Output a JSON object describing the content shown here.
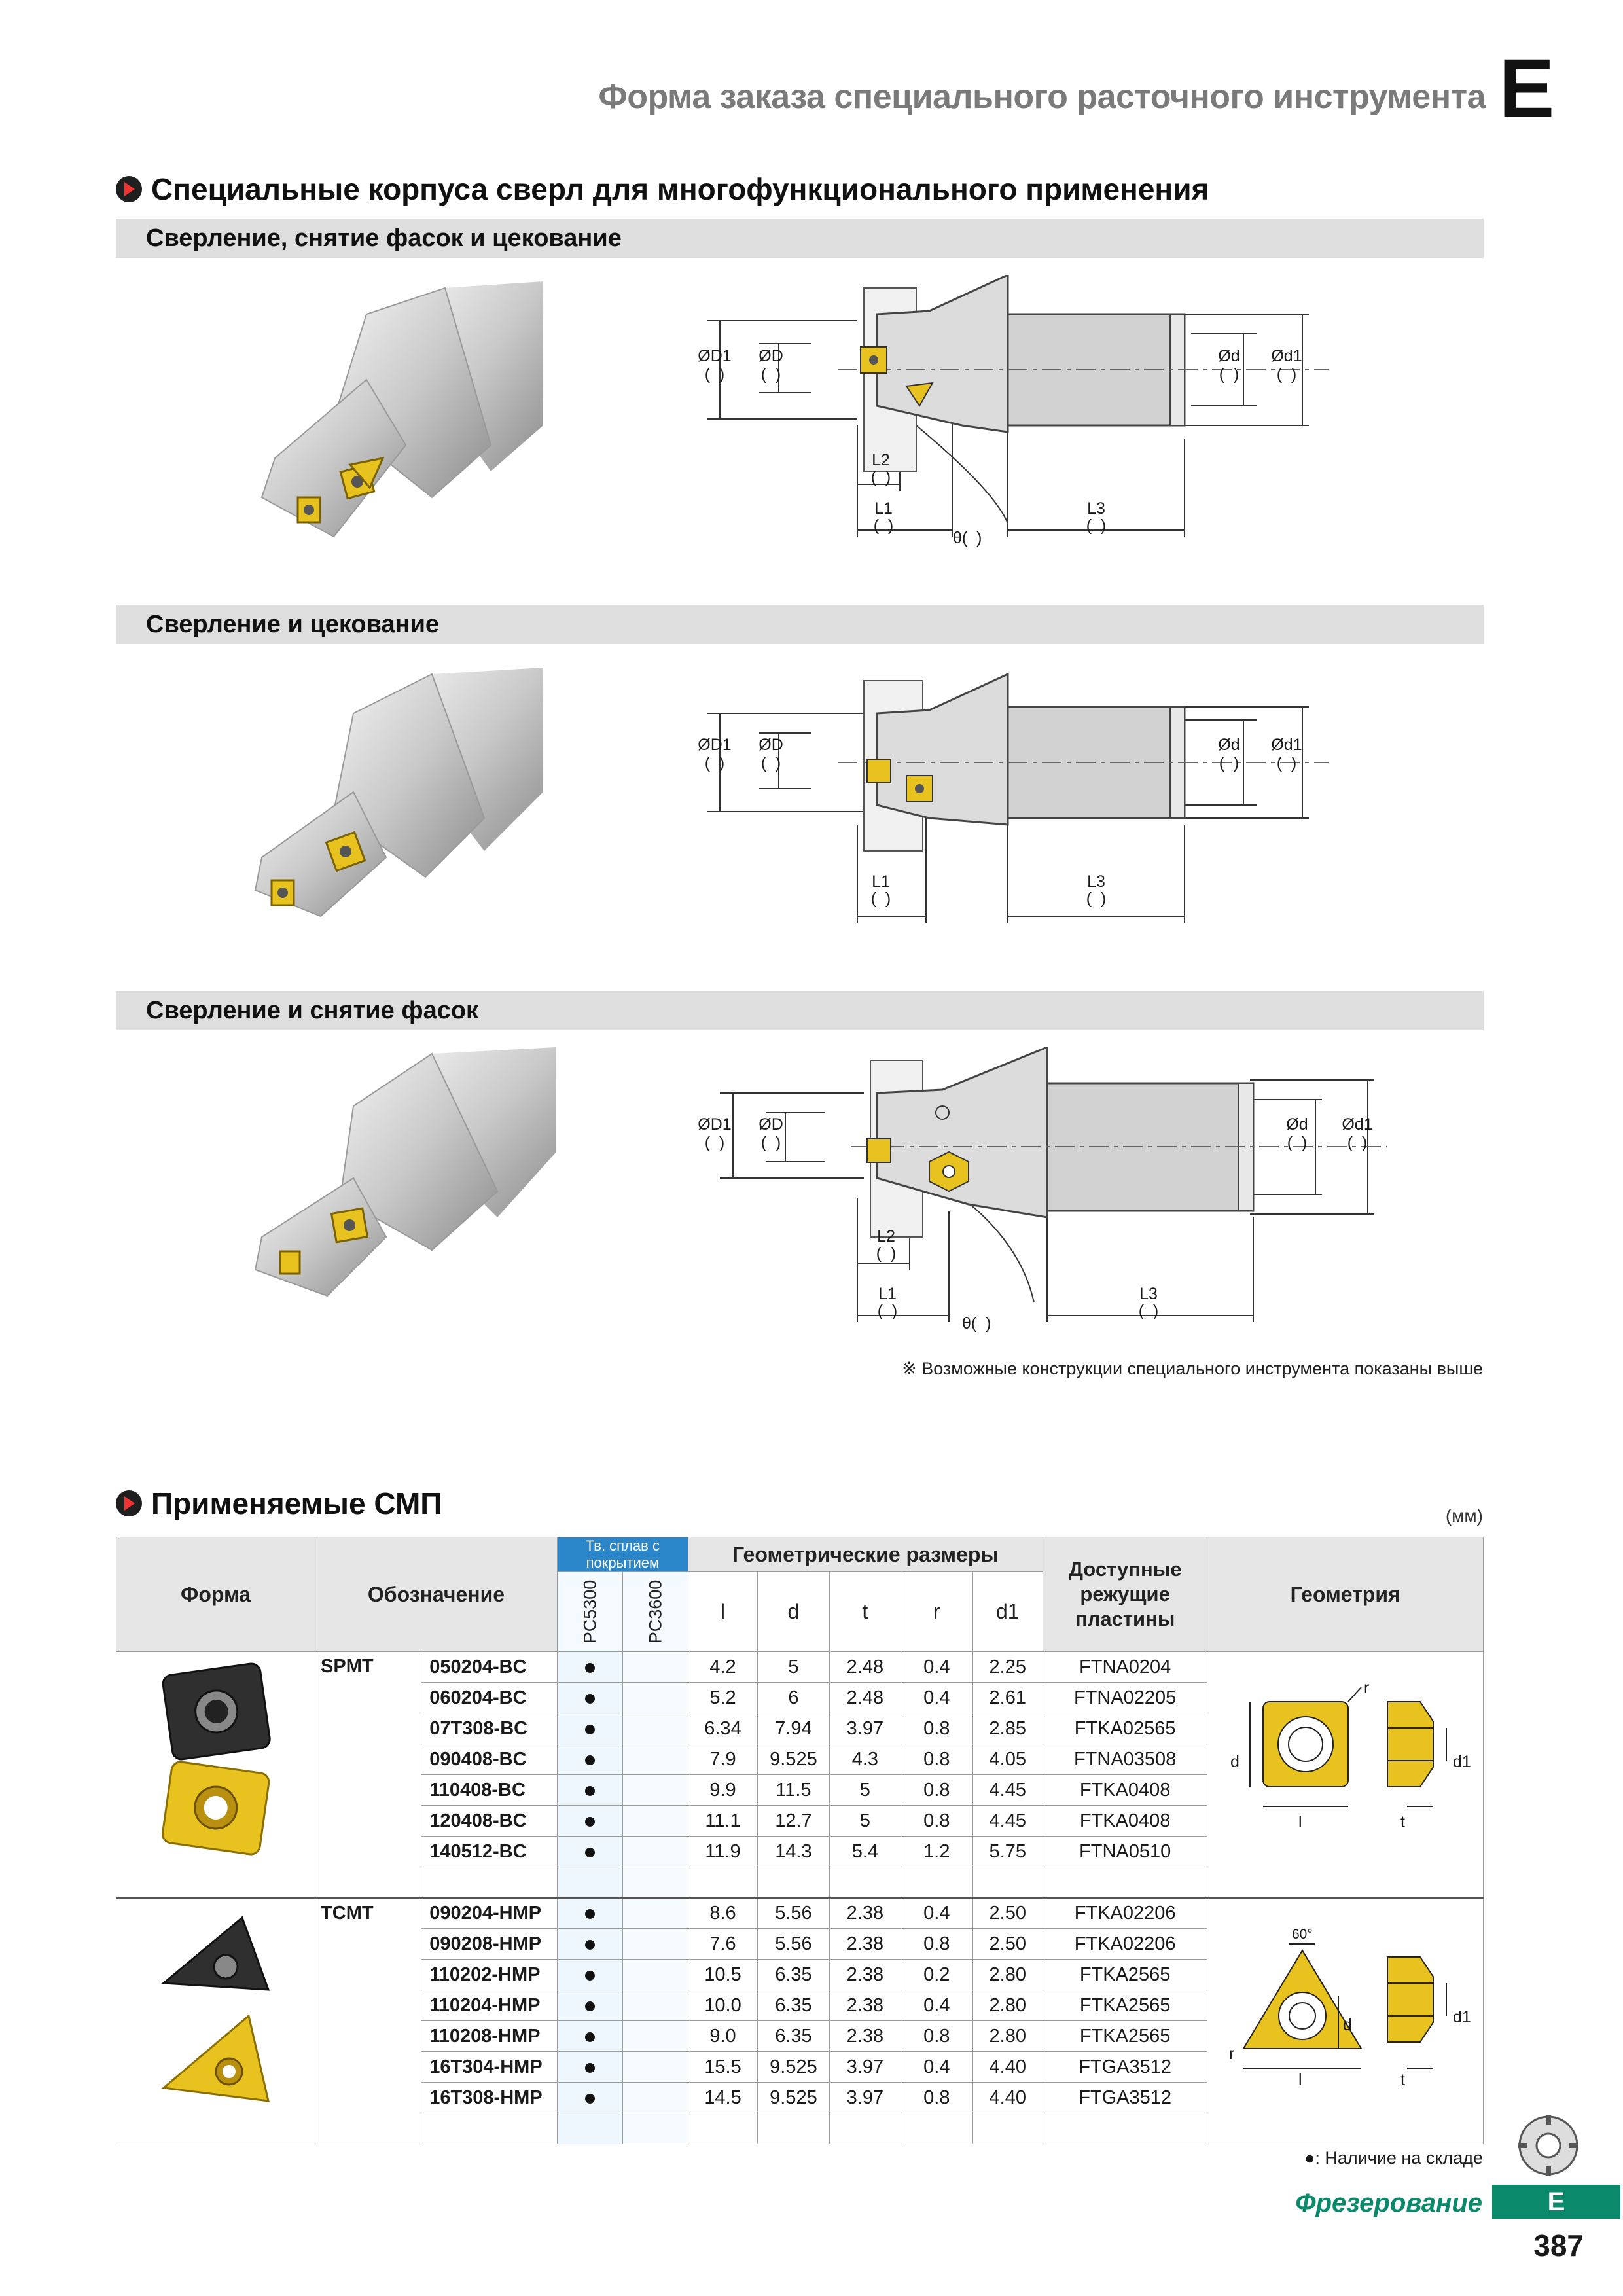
{
  "header": {
    "title": "Форма заказа специального расточного инструмента",
    "section_letter": "E"
  },
  "section1": {
    "title": "Специальные корпуса сверл для многофункционального применения",
    "variants": [
      {
        "label": "Сверление, снятие фасок и цекование"
      },
      {
        "label": "Сверление и цекование"
      },
      {
        "label": "Сверление и снятие фасок"
      }
    ]
  },
  "dims": {
    "D1": "ØD1",
    "D": "ØD",
    "d": "Ød",
    "d1": "Ød1",
    "L1": "L1",
    "L2": "L2",
    "L3": "L3",
    "theta": "θ(",
    "paren": "(      )"
  },
  "note": "※ Возможные конструкции специального инструмента показаны выше",
  "section2": {
    "title": "Применяемые СМП",
    "unit": "(мм)"
  },
  "table": {
    "headers": {
      "shape": "Форма",
      "designation": "Обозначение",
      "coated": "Тв. сплав с покрытием",
      "grade1": "PC5300",
      "grade2": "PC3600",
      "geometric": "Геометрические размеры",
      "l": "l",
      "d": "d",
      "t": "t",
      "r": "r",
      "d1": "d1",
      "available": "Доступные режущие пластины",
      "geometry": "Геометрия"
    },
    "groups": [
      {
        "series": "SPMT",
        "rows": [
          {
            "code": "050204-BC",
            "pc5300": "●",
            "l": "4.2",
            "d": "5",
            "t": "2.48",
            "r": "0.4",
            "d1": "2.25",
            "insert": "FTNA0204"
          },
          {
            "code": "060204-BC",
            "pc5300": "●",
            "l": "5.2",
            "d": "6",
            "t": "2.48",
            "r": "0.4",
            "d1": "2.61",
            "insert": "FTNA02205"
          },
          {
            "code": "07T308-BC",
            "pc5300": "●",
            "l": "6.34",
            "d": "7.94",
            "t": "3.97",
            "r": "0.8",
            "d1": "2.85",
            "insert": "FTKA02565"
          },
          {
            "code": "090408-BC",
            "pc5300": "●",
            "l": "7.9",
            "d": "9.525",
            "t": "4.3",
            "r": "0.8",
            "d1": "4.05",
            "insert": "FTNA03508"
          },
          {
            "code": "110408-BC",
            "pc5300": "●",
            "l": "9.9",
            "d": "11.5",
            "t": "5",
            "r": "0.8",
            "d1": "4.45",
            "insert": "FTKA0408"
          },
          {
            "code": "120408-BC",
            "pc5300": "●",
            "l": "11.1",
            "d": "12.7",
            "t": "5",
            "r": "0.8",
            "d1": "4.45",
            "insert": "FTKA0408"
          },
          {
            "code": "140512-BC",
            "pc5300": "●",
            "l": "11.9",
            "d": "14.3",
            "t": "5.4",
            "r": "1.2",
            "d1": "5.75",
            "insert": "FTNA0510"
          }
        ]
      },
      {
        "series": "TCMT",
        "rows": [
          {
            "code": "090204-HMP",
            "pc5300": "●",
            "l": "8.6",
            "d": "5.56",
            "t": "2.38",
            "r": "0.4",
            "d1": "2.50",
            "insert": "FTKA02206"
          },
          {
            "code": "090208-HMP",
            "pc5300": "●",
            "l": "7.6",
            "d": "5.56",
            "t": "2.38",
            "r": "0.8",
            "d1": "2.50",
            "insert": "FTKA02206"
          },
          {
            "code": "110202-HMP",
            "pc5300": "●",
            "l": "10.5",
            "d": "6.35",
            "t": "2.38",
            "r": "0.2",
            "d1": "2.80",
            "insert": "FTKA2565"
          },
          {
            "code": "110204-HMP",
            "pc5300": "●",
            "l": "10.0",
            "d": "6.35",
            "t": "2.38",
            "r": "0.4",
            "d1": "2.80",
            "insert": "FTKA2565"
          },
          {
            "code": "110208-HMP",
            "pc5300": "●",
            "l": "9.0",
            "d": "6.35",
            "t": "2.38",
            "r": "0.8",
            "d1": "2.80",
            "insert": "FTKA2565"
          },
          {
            "code": "16T304-HMP",
            "pc5300": "●",
            "l": "15.5",
            "d": "9.525",
            "t": "3.97",
            "r": "0.4",
            "d1": "4.40",
            "insert": "FTGA3512"
          },
          {
            "code": "16T308-HMP",
            "pc5300": "●",
            "l": "14.5",
            "d": "9.525",
            "t": "3.97",
            "r": "0.8",
            "d1": "4.40",
            "insert": "FTGA3512"
          }
        ]
      }
    ],
    "geo_labels": {
      "r": "r",
      "d": "d",
      "d1": "d1",
      "l": "l",
      "t": "t",
      "angle": "60°"
    }
  },
  "legend": "●: Наличие на складе",
  "footer": {
    "label": "Фрезерование",
    "letter": "E",
    "page": "387"
  },
  "colors": {
    "accent_green": "#0a8a6a",
    "coating_blue": "#2a86c8",
    "insert_yellow": "#e8c21e",
    "band_grey": "#dedede"
  }
}
